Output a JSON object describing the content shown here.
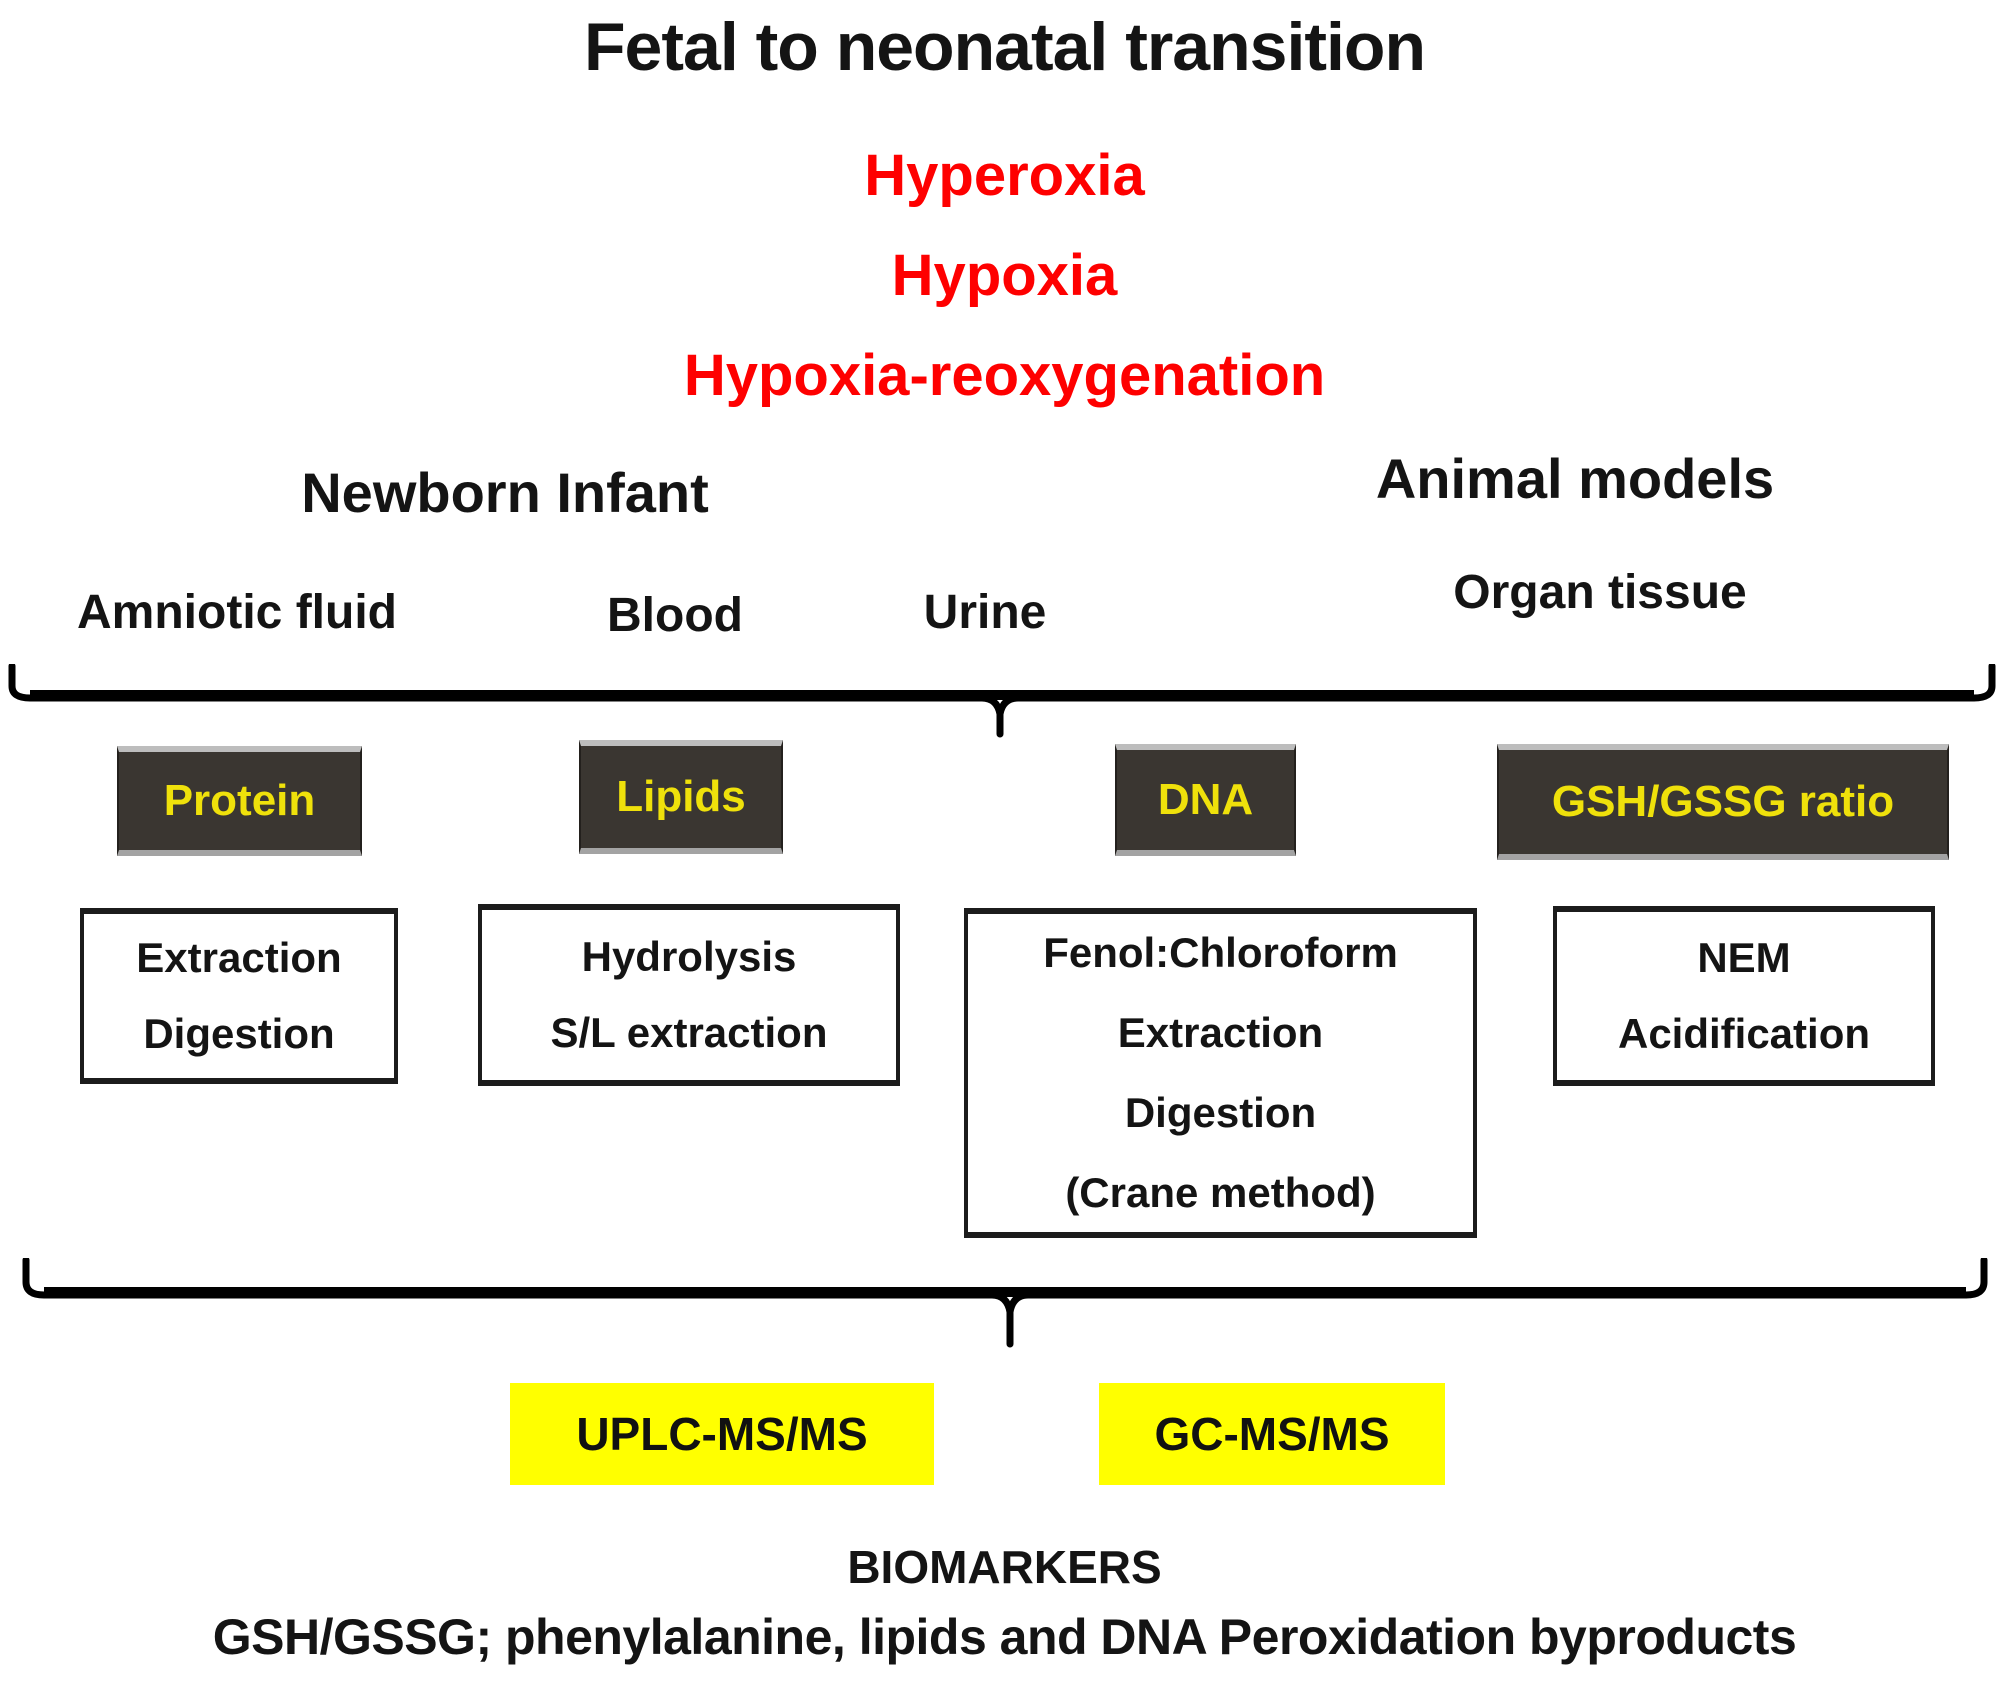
{
  "title": "Fetal to neonatal transition",
  "stressors": [
    "Hyperoxia",
    "Hypoxia",
    "Hypoxia-reoxygenation"
  ],
  "subjects": {
    "newborn": "Newborn Infant",
    "animal": "Animal models"
  },
  "samples": [
    "Amniotic fluid",
    "Blood",
    "Urine",
    "Organ tissue"
  ],
  "analytes": [
    "Protein",
    "Lipids",
    "DNA",
    "GSH/GSSG ratio"
  ],
  "preparations": [
    {
      "lines": [
        "Extraction",
        "Digestion"
      ]
    },
    {
      "lines": [
        "Hydrolysis",
        "S/L extraction"
      ]
    },
    {
      "lines": [
        "Fenol:Chloroform",
        "Extraction",
        "Digestion",
        "(Crane method)"
      ]
    },
    {
      "lines": [
        "NEM",
        "Acidification"
      ]
    }
  ],
  "instruments": [
    "UPLC-MS/MS",
    "GC-MS/MS"
  ],
  "footer": {
    "heading": "BIOMARKERS",
    "line": "GSH/GSSG; phenylalanine, lipids and DNA Peroxidation byproducts"
  },
  "colors": {
    "stressor_red": "#fe0000",
    "analyte_box_bg": "#3a3631",
    "analyte_text_yellow": "#efe10b",
    "instrument_highlight": "#ffff00",
    "text_black": "#141414"
  }
}
